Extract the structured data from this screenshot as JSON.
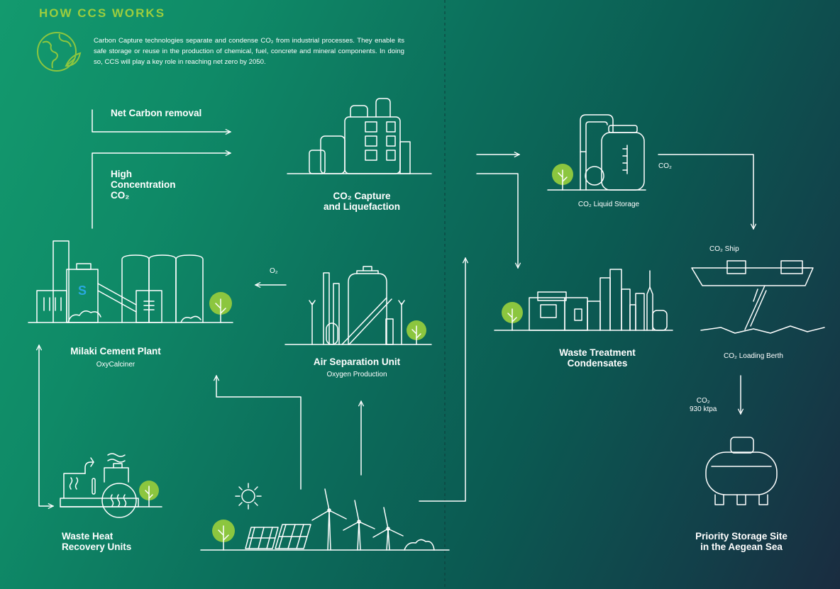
{
  "header": {
    "title": "HOW CCS WORKS",
    "intro": "Carbon Capture technologies separate and condense CO₂ from industrial processes. They enable its safe storage or reuse in the production of chemical, fuel, concrete and mineral components. In doing so, CCS will play a key role in reaching net zero by 2050."
  },
  "labels": {
    "net_carbon_removal": "Net Carbon removal",
    "high_concentration": "High",
    "high_concentration_2": "Concentration",
    "high_concentration_co2": "CO₂",
    "co2_capture_1": "CO₂ Capture",
    "co2_capture_2": "and Liquefaction",
    "co2_liquid_storage": "CO₂ Liquid Storage",
    "co2_arrow": "CO₂",
    "co2_ship": "CO₂ Ship",
    "co2_loading_berth": "CO₂ Loading Berth",
    "co2_amount_1": "CO₂",
    "co2_amount_2": "930 ktpa",
    "priority_storage_1": "Priority Storage Site",
    "priority_storage_2": "in the Aegean Sea",
    "waste_treatment_1": "Waste Treatment",
    "waste_treatment_2": "Condensates",
    "o2_arrow": "O₂",
    "air_separation": "Air Separation Unit",
    "oxygen_production": "Oxygen Production",
    "milaki_plant": "Milaki Cement Plant",
    "oxycalciner": "OxyCalciner",
    "waste_heat_1": "Waste Heat",
    "waste_heat_2": "Recovery Units"
  },
  "colors": {
    "accent_green": "#8cc63f",
    "title_green": "#9ccd3e",
    "bg_start": "#139a6e",
    "bg_end": "#1a2c40",
    "logo_blue": "#2aa8e0"
  },
  "icons": [
    "globe-leaf-icon",
    "co2-capture-plant-icon",
    "liquid-storage-tank-icon",
    "ship-icon",
    "loading-berth-icon",
    "storage-tank-icon",
    "waste-treatment-plant-icon",
    "air-separation-unit-icon",
    "cement-plant-icon",
    "waste-heat-recovery-icon",
    "sun-icon",
    "solar-panel-icon",
    "wind-turbine-icon",
    "tree-icon"
  ]
}
